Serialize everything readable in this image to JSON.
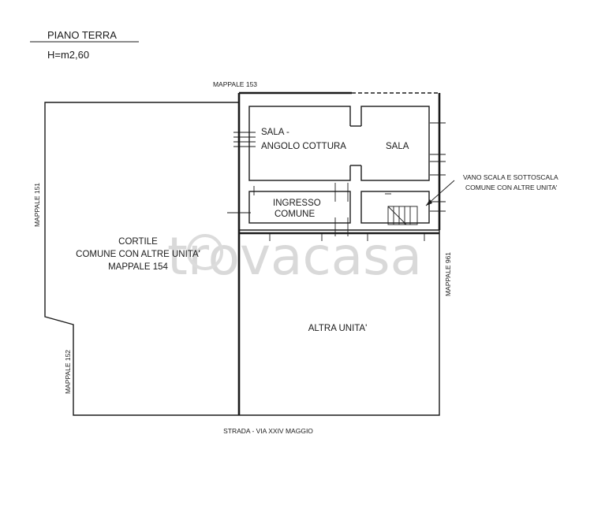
{
  "header": {
    "floor_title": "PIANO TERRA",
    "height": "H=m2,60"
  },
  "rooms": {
    "sala_angolo_1": "SALA -",
    "sala_angolo_2": "ANGOLO COTTURA",
    "sala": "SALA",
    "ingresso_1": "INGRESSO",
    "ingresso_2": "COMUNE",
    "cortile_1": "CORTILE",
    "cortile_2": "COMUNE CON ALTRE UNITA'",
    "cortile_3": "MAPPALE 154",
    "altra_unita": "ALTRA UNITA'"
  },
  "annotations": {
    "vano_1": "VANO SCALA E SOTTOSCALA",
    "vano_2": "COMUNE CON ALTRE UNITA'"
  },
  "boundaries": {
    "top": "MAPPALE 153",
    "left": "MAPPALE 151",
    "left_bottom": "MAPPALE 152",
    "right": "MAPPALE 961",
    "bottom": "STRADA - VIA XXIV MAGGIO"
  },
  "watermark": "trovacasa"
}
